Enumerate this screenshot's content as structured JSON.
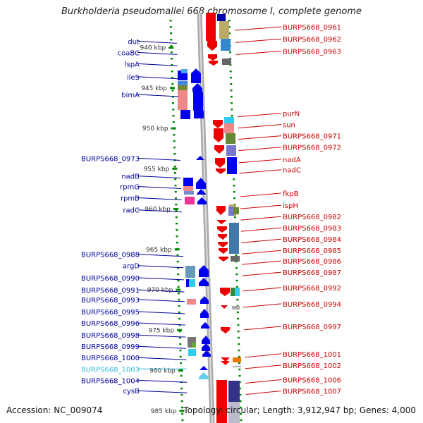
{
  "title": "Burkholderia pseudomallei 668 chromosome I, complete genome",
  "footer": {
    "accession": "Accession: NC_009074",
    "topology": "Topology: circular; Length: 3,912,947 bp; Genes: 4,000"
  },
  "scale": {
    "start_kbp": 935.5,
    "end_kbp": 986.5,
    "ticks": [
      "940 kbp",
      "945 kbp",
      "950 kbp",
      "955 kbp",
      "960 kbp",
      "965 kbp",
      "970 kbp",
      "975 kbp",
      "980 kbp",
      "985 kbp"
    ],
    "tick_values": [
      940,
      945,
      950,
      955,
      960,
      965,
      970,
      975,
      980,
      985
    ]
  },
  "colors": {
    "forward_label": "#00009a",
    "reverse_label": "#cc0000",
    "highlight_label": "#33bbdd",
    "forward_gene": "#0000ee",
    "reverse_gene": "#ee0000",
    "dots": "#008800",
    "backbone": "#999999"
  },
  "forward_labels": [
    {
      "text": "dut",
      "pos": 939.2
    },
    {
      "text": "coaBC",
      "pos": 940.6
    },
    {
      "text": "lspA",
      "pos": 942.0
    },
    {
      "text": "ileS",
      "pos": 943.6
    },
    {
      "text": "bimA",
      "pos": 945.8
    },
    {
      "text": "BURPS668_0973",
      "pos": 953.7
    },
    {
      "text": "nadB",
      "pos": 955.9
    },
    {
      "text": "rpmG",
      "pos": 957.2
    },
    {
      "text": "rpmB",
      "pos": 958.6
    },
    {
      "text": "radC",
      "pos": 960.1
    },
    {
      "text": "BURPS668_0988",
      "pos": 965.6
    },
    {
      "text": "argD",
      "pos": 967.0
    },
    {
      "text": "BURPS668_0990",
      "pos": 968.5
    },
    {
      "text": "BURPS668_0991",
      "pos": 970.0
    },
    {
      "text": "BURPS668_0993",
      "pos": 971.2
    },
    {
      "text": "BURPS668_0995",
      "pos": 972.7
    },
    {
      "text": "BURPS668_0996",
      "pos": 974.1
    },
    {
      "text": "BURPS668_0998",
      "pos": 975.6
    },
    {
      "text": "BURPS668_0999",
      "pos": 977.0
    },
    {
      "text": "BURPS668_1000",
      "pos": 978.4
    },
    {
      "text": "BURPS668_1003",
      "pos": 979.8,
      "highlight": true
    },
    {
      "text": "BURPS668_1004",
      "pos": 981.2
    },
    {
      "text": "cysB",
      "pos": 982.5
    }
  ],
  "reverse_labels": [
    {
      "text": "BURPS668_0961",
      "pos": 937.6
    },
    {
      "text": "BURPS668_0962",
      "pos": 939.1
    },
    {
      "text": "BURPS668_0963",
      "pos": 940.6
    },
    {
      "text": "purN",
      "pos": 948.3
    },
    {
      "text": "sun",
      "pos": 949.7
    },
    {
      "text": "BURPS668_0971",
      "pos": 951.1
    },
    {
      "text": "BURPS668_0972",
      "pos": 952.5
    },
    {
      "text": "nadA",
      "pos": 954.0
    },
    {
      "text": "nadC",
      "pos": 955.3
    },
    {
      "text": "fkpB",
      "pos": 958.2
    },
    {
      "text": "ispH",
      "pos": 959.7
    },
    {
      "text": "BURPS668_0982",
      "pos": 961.1
    },
    {
      "text": "BURPS668_0983",
      "pos": 962.5
    },
    {
      "text": "BURPS668_0984",
      "pos": 963.9
    },
    {
      "text": "BURPS668_0985",
      "pos": 965.3
    },
    {
      "text": "BURPS668_0986",
      "pos": 966.6
    },
    {
      "text": "BURPS668_0987",
      "pos": 968.0
    },
    {
      "text": "BURPS668_0992",
      "pos": 969.9
    },
    {
      "text": "BURPS668_0994",
      "pos": 971.9
    },
    {
      "text": "BURPS668_0997",
      "pos": 974.7
    },
    {
      "text": "BURPS668_1001",
      "pos": 978.1
    },
    {
      "text": "BURPS668_1002",
      "pos": 979.5
    },
    {
      "text": "BURPS668_1006",
      "pos": 981.3
    },
    {
      "text": "BURPS668_1007",
      "pos": 982.7
    }
  ]
}
